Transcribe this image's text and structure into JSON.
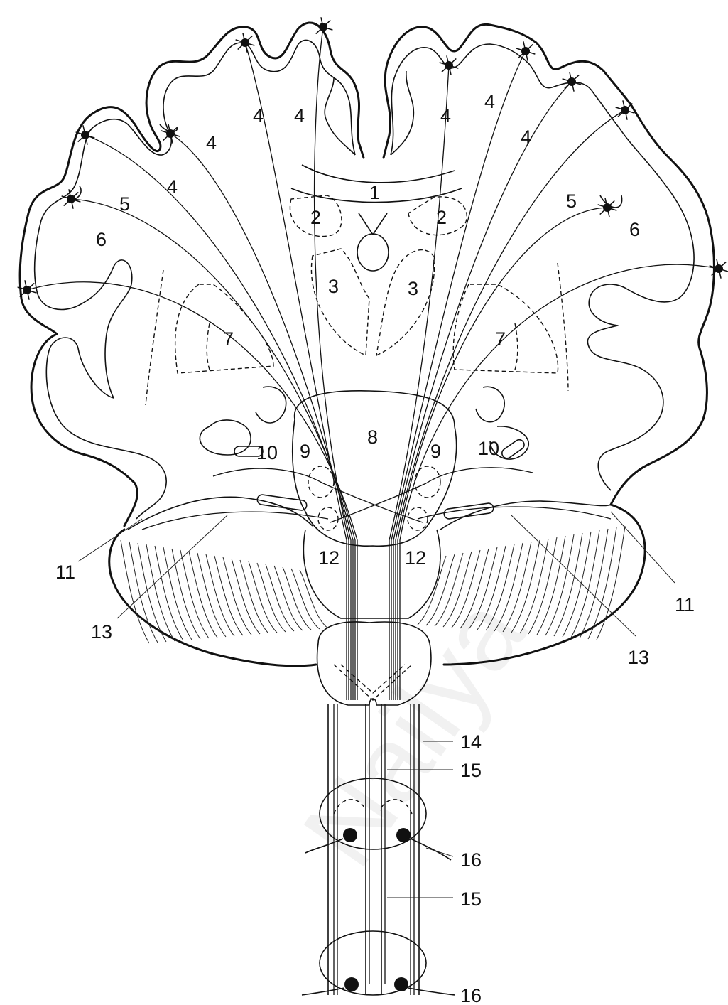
{
  "watermark": "Nailya",
  "labels": {
    "l1": "1",
    "l2a": "2",
    "l2b": "2",
    "l3a": "3",
    "l3b": "3",
    "l4a": "4",
    "l4b": "4",
    "l4c": "4",
    "l4d": "4",
    "l4e": "4",
    "l4f": "4",
    "l4g": "4",
    "l5a": "5",
    "l5b": "5",
    "l6a": "6",
    "l6b": "6",
    "l7a": "7",
    "l7b": "7",
    "l8": "8",
    "l9a": "9",
    "l9b": "9",
    "l10a": "10",
    "l10b": "10",
    "l11a": "11",
    "l11b": "11",
    "l12a": "12",
    "l12b": "12",
    "l13a": "13",
    "l13b": "13",
    "l14": "14",
    "l15a": "15",
    "l15b": "15",
    "l16a": "16",
    "l16b": "16"
  }
}
